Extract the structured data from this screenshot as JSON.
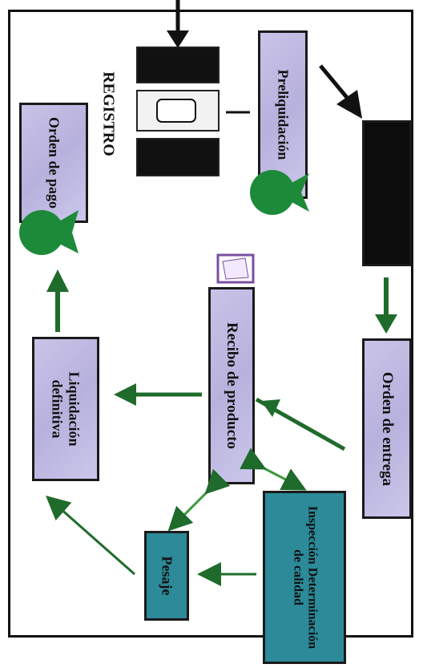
{
  "nodes": {
    "preliquidacion": "Preliquidación",
    "registro": "REGISTRO",
    "orden_pago": "Orden de pago",
    "orden_entrega": "Orden de entrega",
    "recibo_producto": "Recibo de producto",
    "liquidacion": "Liquidación definitiva",
    "pesaje": "Pesaje",
    "inspeccion": "Inspección Determinación de calidad"
  },
  "colors": {
    "box_fill": "#c2bde4",
    "teal_fill": "#2c8a99",
    "arrow_green": "#1f6b2c",
    "money_bag": "#1d8a3a"
  }
}
